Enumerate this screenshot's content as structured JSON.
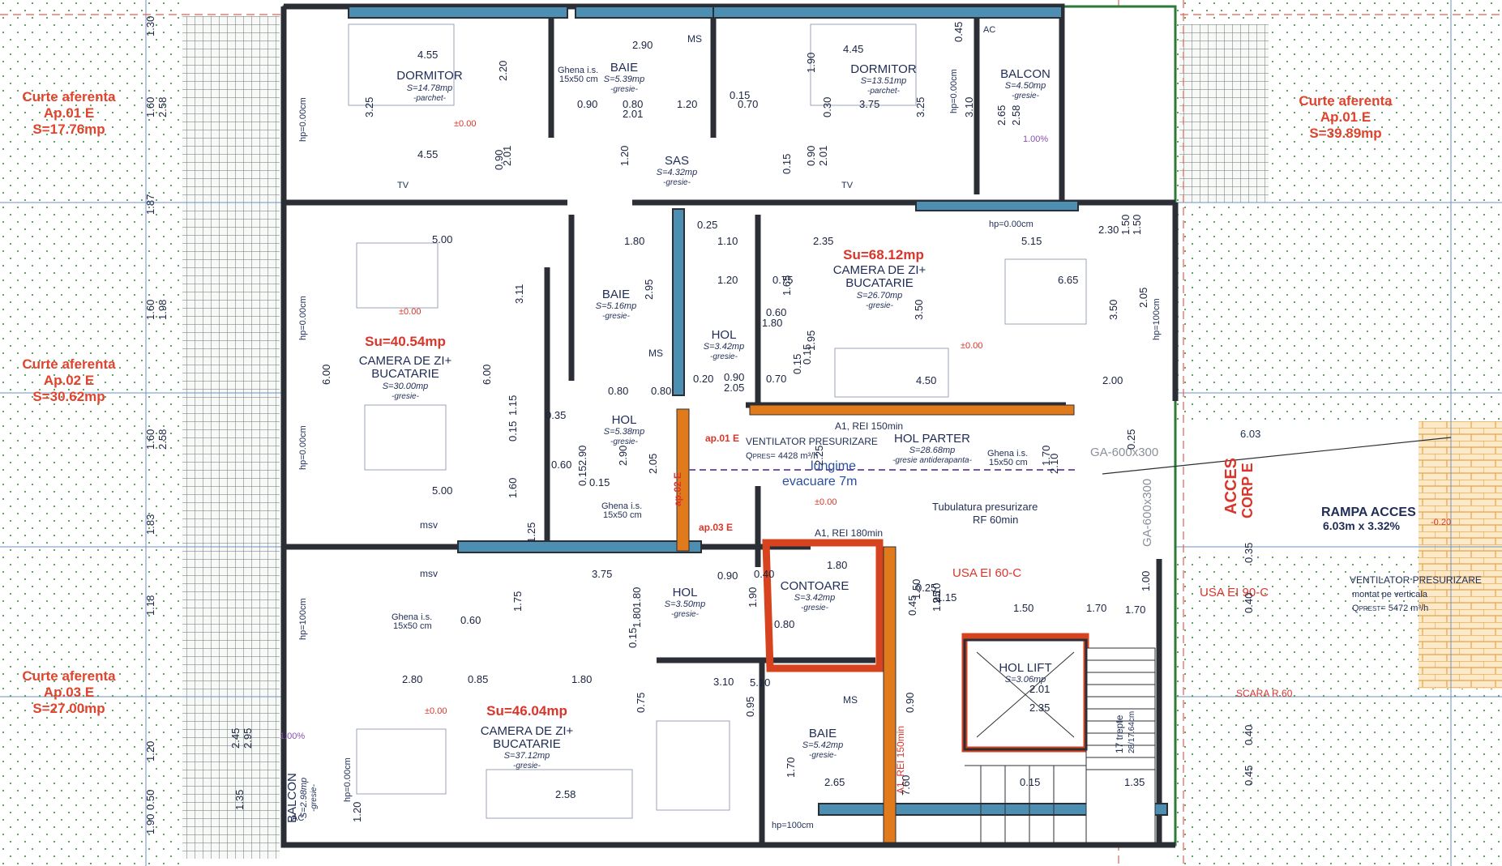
{
  "colors": {
    "wall": "#2b2f35",
    "wall_fill": "#4d8fb3",
    "fire_wall": "#d8431f",
    "orange": "#e07a1a",
    "green_edge": "#2f7a3a",
    "grid": "#6c92c2",
    "dots": "#3a8a3a",
    "red_text": "#d8362b",
    "dim_text": "#1a2340",
    "brick": "#e8b15a"
  },
  "curte": [
    {
      "line1": "Curte aferenta",
      "line2": "Ap.01 E",
      "line3": "S=17.76mp"
    },
    {
      "line1": "Curte aferenta",
      "line2": "Ap.01 E",
      "line3": "S=39.89mp"
    },
    {
      "line1": "Curte aferenta",
      "line2": "Ap.02 E",
      "line3": "S=30.62mp"
    },
    {
      "line1": "Curte aferenta",
      "line2": "Ap.03 E",
      "line3": "S=27.00mp"
    }
  ],
  "rooms": [
    {
      "name": "DORMITOR",
      "area": "S=14.78mp",
      "floor": "-parchet-"
    },
    {
      "name": "BAIE",
      "area": "S=5.39mp",
      "floor": "-gresie-"
    },
    {
      "name": "DORMITOR",
      "area": "S=13.51mp",
      "floor": "-parchet-"
    },
    {
      "name": "BALCON",
      "area": "S=4.50mp",
      "floor": "-gresie-"
    },
    {
      "name": "SAS",
      "area": "S=4.32mp",
      "floor": "-gresie-"
    },
    {
      "name": "CAMERA DE ZI+",
      "name2": "BUCATARIE",
      "area": "S=26.70mp",
      "floor": "-gresie-"
    },
    {
      "name": "BAIE",
      "area": "S=5.16mp",
      "floor": "-gresie-"
    },
    {
      "name": "HOL",
      "area": "S=3.42mp",
      "floor": "-gresie-"
    },
    {
      "name": "CAMERA DE ZI+",
      "name2": "BUCATARIE",
      "area": "S=30.00mp",
      "floor": "-gresie-"
    },
    {
      "name": "HOL",
      "area": "S=5.38mp",
      "floor": "-gresie-"
    },
    {
      "name": "HOL PARTER",
      "area": "S=28.68mp",
      "floor": "-gresie antiderapanta-"
    },
    {
      "name": "HOL",
      "area": "S=3.50mp",
      "floor": "-gresie-"
    },
    {
      "name": "CONTOARE",
      "area": "S=3.42mp",
      "floor": "-gresie-"
    },
    {
      "name": "HOL LIFT",
      "area": "S=3.06mp",
      "floor": ""
    },
    {
      "name": "CAMERA DE ZI+",
      "name2": "BUCATARIE",
      "area": "S=37.12mp",
      "floor": "-gresie-"
    },
    {
      "name": "BAIE",
      "area": "S=5.42mp",
      "floor": "-gresie-"
    },
    {
      "name": "BALCON",
      "area": "S=2.98mp",
      "floor": "-gresie-"
    }
  ],
  "su": [
    "Su=68.12mp",
    "Su=40.54mp",
    "Su=46.04mp"
  ],
  "labels": {
    "a1_150": "A1, REI 150min",
    "a1_180": "A1, REI 180min",
    "a1_150v": "A1, REI 150min",
    "ventilator1": "VENTILATOR PRESURIZARE",
    "qpres1": "Q",
    "qpres1_sub": "PRES",
    "qpres1_val": "= 4428 m³/h",
    "lungime1": "lungime",
    "lungime2": "evacuare 7m",
    "tubulatura1": "Tubulatura presurizare",
    "tubulatura2": "RF 60min",
    "usa60": "USA EI 60-C",
    "usa90": "USA EI 90-C",
    "scara": "SCARA R 60",
    "trepte1": "17 trepte",
    "trepte2": "28/17.64cm",
    "ga1": "GA-600x300",
    "ga2": "GA-600x300",
    "acces": "ACCES",
    "corp": "CORP E",
    "rampa1": "RAMPA ACCES",
    "rampa2": "6.03m x 3.32%",
    "rampa_len": "6.03",
    "vent2_1": "VENTILATOR PRESURIZARE",
    "vent2_2": "montat pe verticala",
    "vent2_3": "Q",
    "vent2_3sub": "PREST",
    "vent2_3val": "= 5472 m³/h",
    "ap01": "ap.01 E",
    "ap02": "ap.02 E",
    "ap03": "ap.03 E",
    "ghena1_1": "Ghena i.s.",
    "ghena1_2": "15x50 cm",
    "ghena2_1": "Ghena i.s.",
    "ghena2_2": "15x50 cm",
    "ghena3_1": "Ghena i.s.",
    "ghena3_2": "15x50 cm",
    "ghena4_1": "Ghena i.s.",
    "ghena4_2": "15x50 cm",
    "msv1": "msv",
    "msv2": "msv",
    "ms1": "MS",
    "ms2": "MS",
    "ms3": "MS",
    "tv1": "TV",
    "tv2": "TV",
    "ac1": "AC",
    "ac2": "AC",
    "pct1": "1.00%",
    "pct2": "1.00%",
    "pm1": "±0.00",
    "pm2": "±0.00",
    "pm3": "±0.00",
    "pm4": "±0.00",
    "pm5": "±0.00",
    "pm6": "-0.20",
    "hp1": "hp=0.00cm",
    "hp2": "hp=0.00cm",
    "hp3": "hp=0.00cm",
    "hp4": "hp=0.00cm",
    "hp5": "hp=100cm",
    "hp6": "hp=0.00cm",
    "hp7": "hp=100cm",
    "hp8": "hp=100cm",
    "hp9": "hp=0.00cm"
  },
  "dims": [
    "4.55",
    "4.55",
    "2.90",
    "0.90",
    "0.80",
    "1.20",
    "2.01",
    "2.20",
    "1.30",
    "1.60",
    "2.58",
    "1.87",
    "3.25",
    "0.90",
    "2.01",
    "1.20",
    "4.45",
    "3.75",
    "1.90",
    "0.15",
    "0.70",
    "0.30",
    "0.15",
    "0.90",
    "2.01",
    "3.25",
    "3.10",
    "0.45",
    "2.65",
    "2.58",
    "5.00",
    "3.11",
    "1.80",
    "1.10",
    "0.25",
    "2.95",
    "2.35",
    "5.15",
    "2.30",
    "1.50",
    "1.20",
    "0.75",
    "1.65",
    "6.65",
    "3.50",
    "3.50",
    "1.50",
    "1.60",
    "1.98",
    "2.05",
    "1.80",
    "0.60",
    "1.95",
    "0.15",
    "0.15",
    "4.50",
    "2.00",
    "0.70",
    "2.05",
    "0.20",
    "0.90",
    "1.60",
    "2.58",
    "6.00",
    "6.00",
    "0.35",
    "0.80",
    "0.80",
    "1.15",
    "0.15",
    "2.90",
    "2.90",
    "2.05",
    "0.15",
    "2.25",
    "1.70",
    "2.10",
    "0.25",
    "1.60",
    "5.00",
    "0.60",
    "0.15",
    "1.83",
    "1.25",
    "3.75",
    "1.80",
    "0.90",
    "0.40",
    "1.90",
    "1.80",
    "1.75",
    "1.80",
    "0.15",
    "0.60",
    "0.80",
    "1.18",
    "1.50",
    "1.15",
    "1.95",
    "0.25",
    "1.50",
    "1.70",
    "1.70",
    "0.45",
    "1.00",
    "2.10",
    "0.40",
    "0.35",
    "2.80",
    "0.85",
    "1.80",
    "0.75",
    "3.10",
    "5.10",
    "0.95",
    "0.90",
    "2.01",
    "2.35",
    "1.20",
    "1.70",
    "2.45",
    "2.95",
    "2.65",
    "2.58",
    "1.90",
    "7.60",
    "0.15",
    "1.35",
    "1.20",
    "1.35",
    "0.50",
    "0.40",
    "0.45",
    "4.15",
    "2.95"
  ]
}
